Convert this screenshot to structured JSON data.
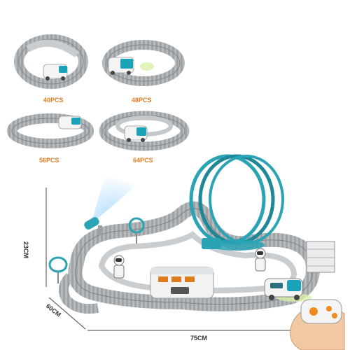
{
  "variants": [
    {
      "label": "40PCS"
    },
    {
      "label": "48PCS"
    },
    {
      "label": "56PCS"
    },
    {
      "label": "64PCS"
    }
  ],
  "dimensions": {
    "height": "23CM",
    "depth": "60CM",
    "width": "75CM"
  },
  "colors": {
    "label_orange": "#e07a1f",
    "track_gray": "#a9aeb2",
    "track_dark": "#7d8388",
    "loop_teal": "#2aa3b4",
    "car_white": "#f4f4f4",
    "car_teal": "#1aa2b8",
    "remote_orange": "#f08a1e"
  }
}
